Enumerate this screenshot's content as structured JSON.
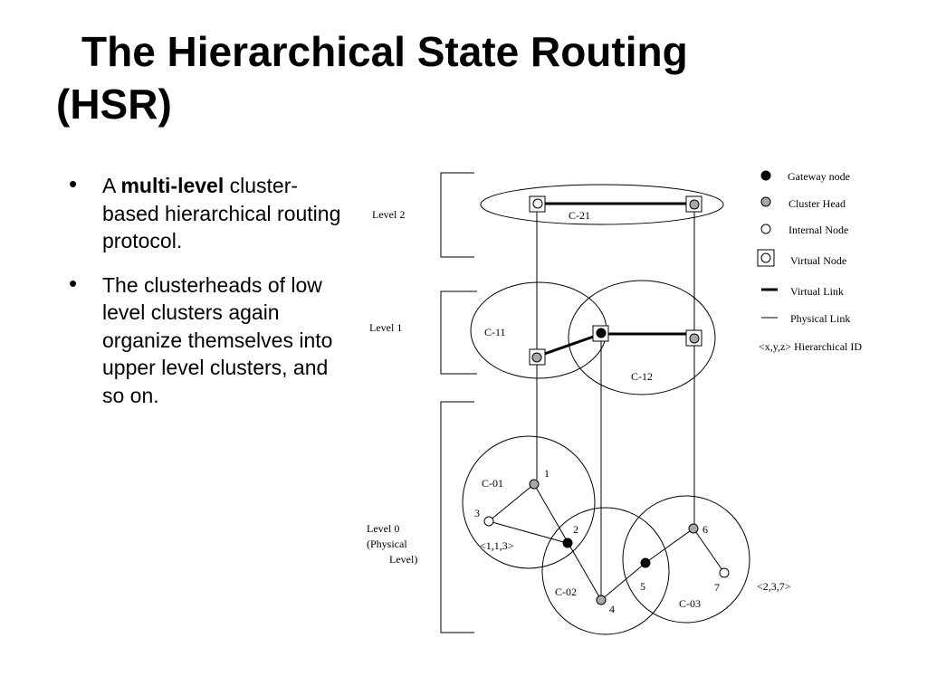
{
  "title": {
    "line1": "The Hierarchical State Routing",
    "line2": "(HSR)"
  },
  "bullets": [
    {
      "before": "A ",
      "bold": "multi-level",
      "after": " cluster-based hierarchical routing protocol."
    },
    {
      "before": "The clusterheads of low level clusters again organize themselves into upper level clusters, and so on.",
      "bold": "",
      "after": ""
    }
  ],
  "diagram": {
    "levels": {
      "level2": "Level 2",
      "level1": "Level 1",
      "level0_line1": "Level 0",
      "level0_line2": "(Physical",
      "level0_line3": "Level)"
    },
    "clusters": {
      "c21": "C-21",
      "c11": "C-11",
      "c12": "C-12",
      "c01": "C-01",
      "c02": "C-02",
      "c03": "C-03"
    },
    "nodes": {
      "n1": "1",
      "n2": "2",
      "n3": "3",
      "n4": "4",
      "n5": "5",
      "n6": "6",
      "n7": "7"
    },
    "ids": {
      "id113": "<1,1,3>",
      "id237": "<2,3,7>"
    },
    "legend": {
      "gateway": "Gateway node",
      "cluster_head": "Cluster Head",
      "internal": "Internal Node",
      "virtual_node": "Virtual Node",
      "virtual_link": "Virtual Link",
      "physical_link": "Physical Link",
      "hier_id": "<x,y,z> Hierarchical ID"
    }
  }
}
